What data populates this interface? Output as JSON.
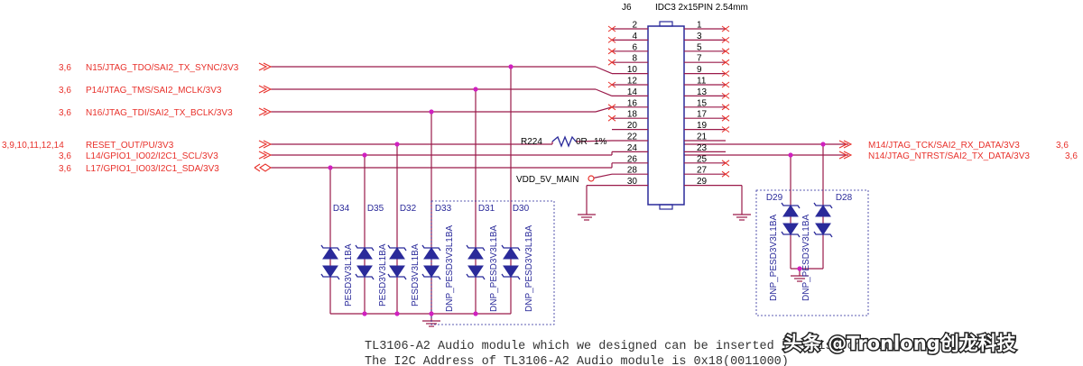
{
  "connector": {
    "ref": "J6",
    "part": "IDC3 2x15PIN 2.54mm",
    "left_pins": [
      "2",
      "4",
      "6",
      "8",
      "10",
      "12",
      "14",
      "16",
      "18",
      "20",
      "22",
      "24",
      "26",
      "28",
      "30"
    ],
    "right_pins": [
      "1",
      "3",
      "5",
      "7",
      "9",
      "11",
      "13",
      "15",
      "17",
      "19",
      "21",
      "23",
      "25",
      "27",
      "29"
    ]
  },
  "nets_left": [
    {
      "sheets": "3,6",
      "name": "N15/JTAG_TDO/SAI2_TX_SYNC/3V3"
    },
    {
      "sheets": "3,6",
      "name": "P14/JTAG_TMS/SAI2_MCLK/3V3"
    },
    {
      "sheets": "3,6",
      "name": "N16/JTAG_TDI/SAI2_TX_BCLK/3V3"
    },
    {
      "sheets": "3,9,10,11,12,14",
      "name": "RESET_OUT/PU/3V3"
    },
    {
      "sheets": "3,6",
      "name": "L14/GPIO1_IO02/I2C1_SCL/3V3"
    },
    {
      "sheets": "3,6",
      "name": "L17/GPIO1_IO03/I2C1_SDA/3V3"
    }
  ],
  "nets_right": [
    {
      "sheets": "3,6",
      "name": "M14/JTAG_TCK/SAI2_RX_DATA/3V3"
    },
    {
      "sheets": "3,6",
      "name": "N14/JTAG_NTRST/SAI2_TX_DATA/3V3"
    }
  ],
  "resistor": {
    "ref": "R224",
    "value": "0R",
    "tol": "1%"
  },
  "power_label": "VDD_5V_MAIN",
  "diodes_left": [
    {
      "ref": "D34",
      "part": "PESD3V3L1BA"
    },
    {
      "ref": "D35",
      "part": "PESD3V3L1BA"
    },
    {
      "ref": "D32",
      "part": "PESD3V3L1BA"
    },
    {
      "ref": "D33",
      "part": "DNP_PESD3V3L1BA"
    },
    {
      "ref": "D31",
      "part": "DNP_PESD3V3L1BA"
    },
    {
      "ref": "D30",
      "part": "DNP_PESD3V3L1BA"
    }
  ],
  "diodes_right": [
    {
      "ref": "D29",
      "part": "DNP_PESD3V3L1BA"
    },
    {
      "ref": "D28",
      "part": "DNP_PESD3V3L1BA"
    }
  ],
  "notes": [
    "TL3106-A2 Audio module which we designed can be inserted in this connector",
    "The I2C Address of TL3106-A2 Audio module is 0x18(0011000)"
  ],
  "watermark": "头条 @Tronlong创龙科技",
  "colors": {
    "net": "#e8312b",
    "wire": "#9a1a4a",
    "component": "#2a2a9a"
  }
}
